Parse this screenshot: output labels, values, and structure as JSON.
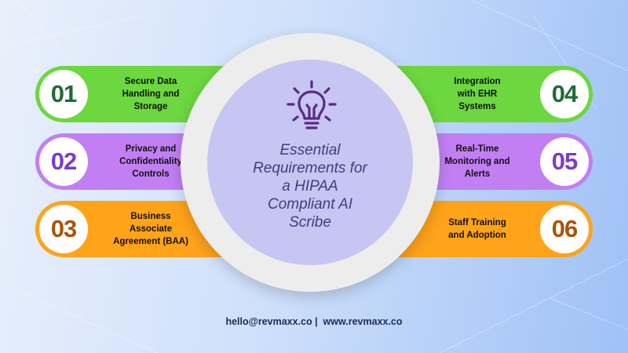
{
  "center": {
    "title_lines": [
      "Essential",
      "Requirements for",
      "a HIPAA",
      "Compliant AI",
      "Scribe"
    ],
    "icon": "lightbulb-icon"
  },
  "items": [
    {
      "number": "01",
      "lines": [
        "Secure Data",
        "Handling and",
        "Storage"
      ]
    },
    {
      "number": "02",
      "lines": [
        "Privacy and",
        "Confidentiality",
        "Controls"
      ]
    },
    {
      "number": "03",
      "lines": [
        "Business",
        "Associate",
        "Agreement (BAA)"
      ]
    },
    {
      "number": "04",
      "lines": [
        "Integration",
        "with EHR",
        "Systems"
      ]
    },
    {
      "number": "05",
      "lines": [
        "Real-Time",
        "Monitoring and",
        "Alerts"
      ]
    },
    {
      "number": "06",
      "lines": [
        "Staff Training",
        "and Adoption"
      ]
    }
  ],
  "footer": {
    "email": "hello@revmaxx.co",
    "separator": " |  ",
    "website": "www.revmaxx.co"
  },
  "colors": {
    "green": "#6cd73e",
    "purple": "#c17ff3",
    "orange": "#ffa319",
    "center_title": "#3b3f7e",
    "bulb": "#5b2a86"
  }
}
